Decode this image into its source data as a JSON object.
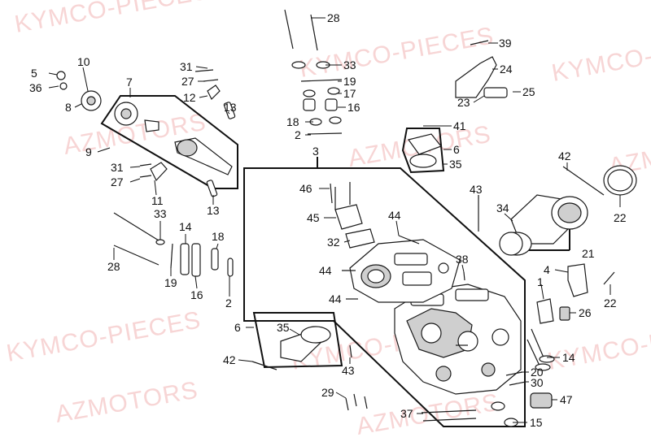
{
  "watermarks": [
    {
      "text": "KYMCO-PIECES"
    },
    {
      "text": "KYMCO-PIECES"
    },
    {
      "text": "KYMCO-PIECES"
    },
    {
      "text": "AZMOTORS"
    },
    {
      "text": "AZMOTORS"
    },
    {
      "text": "AZMOTORS"
    },
    {
      "text": "KYMCO-PIECES"
    },
    {
      "text": "KYMCO-PIECES"
    },
    {
      "text": "KYMCO-PIECES"
    },
    {
      "text": "AZMOTORS"
    },
    {
      "text": "AZMOTORS"
    }
  ],
  "callouts": [
    "28",
    "39",
    "33",
    "24",
    "19",
    "25",
    "17",
    "16",
    "23",
    "41",
    "18",
    "2",
    "3",
    "6",
    "35",
    "42",
    "46",
    "43",
    "45",
    "44",
    "32",
    "34",
    "22",
    "21",
    "38",
    "44",
    "44",
    "4",
    "1",
    "22",
    "26",
    "14",
    "20",
    "30",
    "43",
    "47",
    "29",
    "37",
    "15",
    "6",
    "35",
    "42",
    "5",
    "10",
    "36",
    "7",
    "8",
    "13",
    "31",
    "27",
    "12",
    "9",
    "31",
    "27",
    "11",
    "13",
    "33",
    "14",
    "18",
    "28",
    "19",
    "16",
    "2"
  ],
  "colors": {
    "ink": "#111111",
    "watermark": "#f2b3b3",
    "part_fill": "#ffffff",
    "part_shade": "#cfcfcf"
  }
}
